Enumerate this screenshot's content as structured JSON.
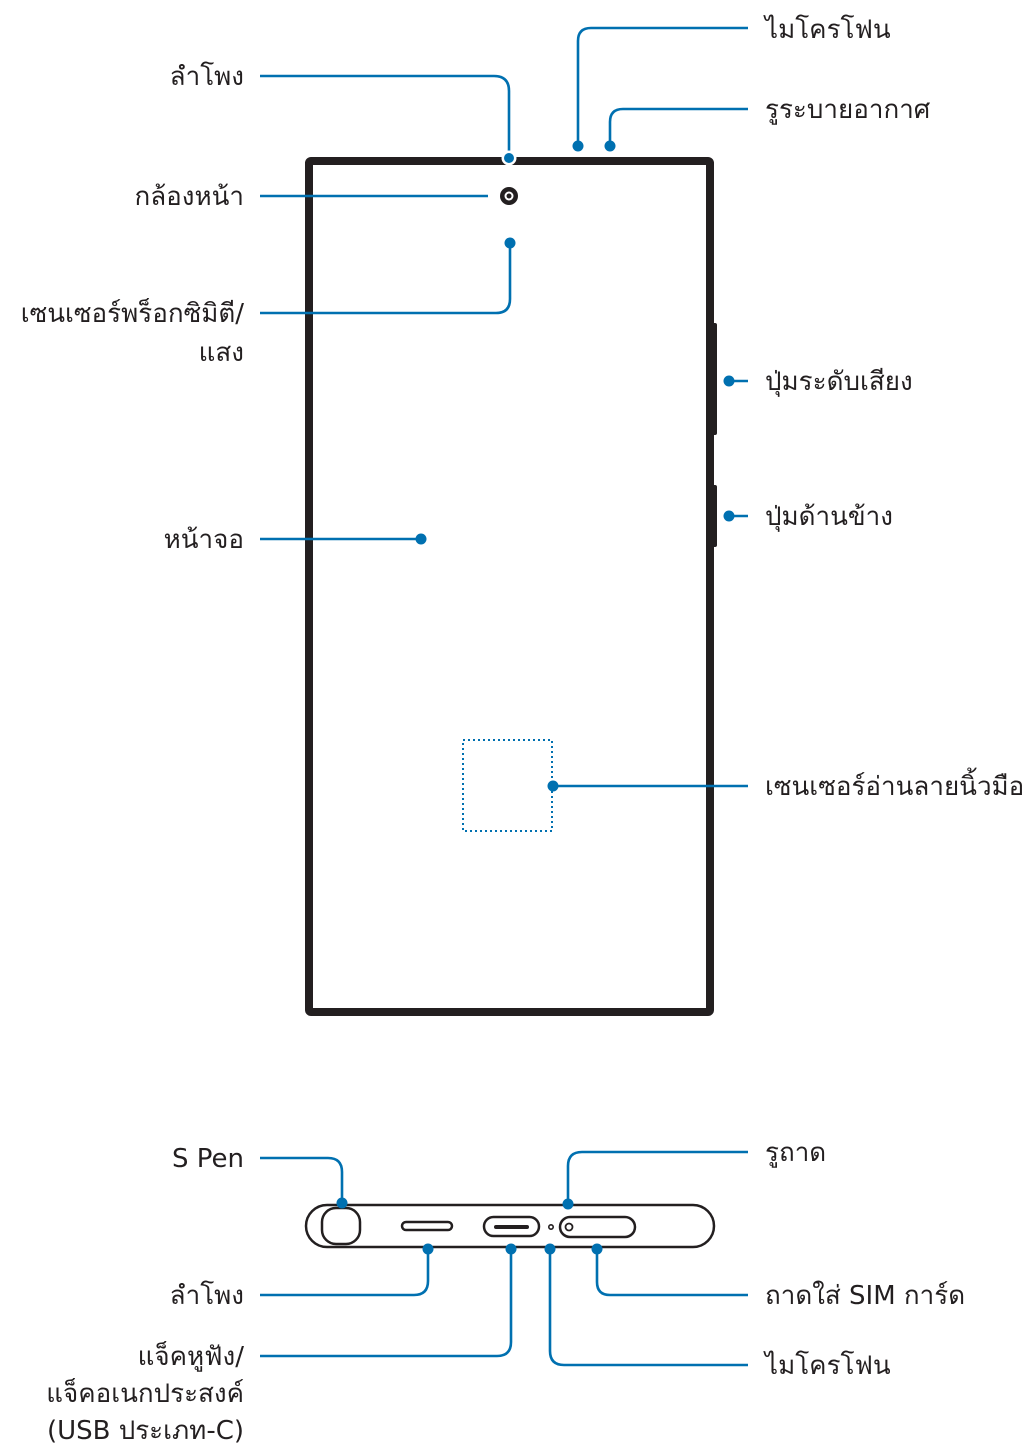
{
  "colors": {
    "accent": "#0070b0",
    "ink": "#231f20",
    "background": "#ffffff"
  },
  "front": {
    "microphone": "ไมโครโฟน",
    "air_vent": "รูระบายอากาศ",
    "speaker": "ลำโพง",
    "front_camera": "กล้องหน้า",
    "proximity_sensor_line1": "เซนเซอร์พร็อกซิมิตี/",
    "proximity_sensor_line2": "แสง",
    "volume_key": "ปุ่มระดับเสียง",
    "side_key": "ปุ่มด้านข้าง",
    "touchscreen": "หน้าจอ",
    "fingerprint_sensor": "เซนเซอร์อ่านลายนิ้วมือ"
  },
  "bottom": {
    "s_pen": "S Pen",
    "tray_hole": "รูถาด",
    "speaker": "ลำโพง",
    "sim_tray": "ถาดใส่ SIM การ์ด",
    "jack_line1": "แจ็คหูฟัง/",
    "jack_line2": "แจ็คอเนกประสงค์",
    "jack_line3": "(USB ประเภท-C)",
    "microphone": "ไมโครโฟน"
  }
}
